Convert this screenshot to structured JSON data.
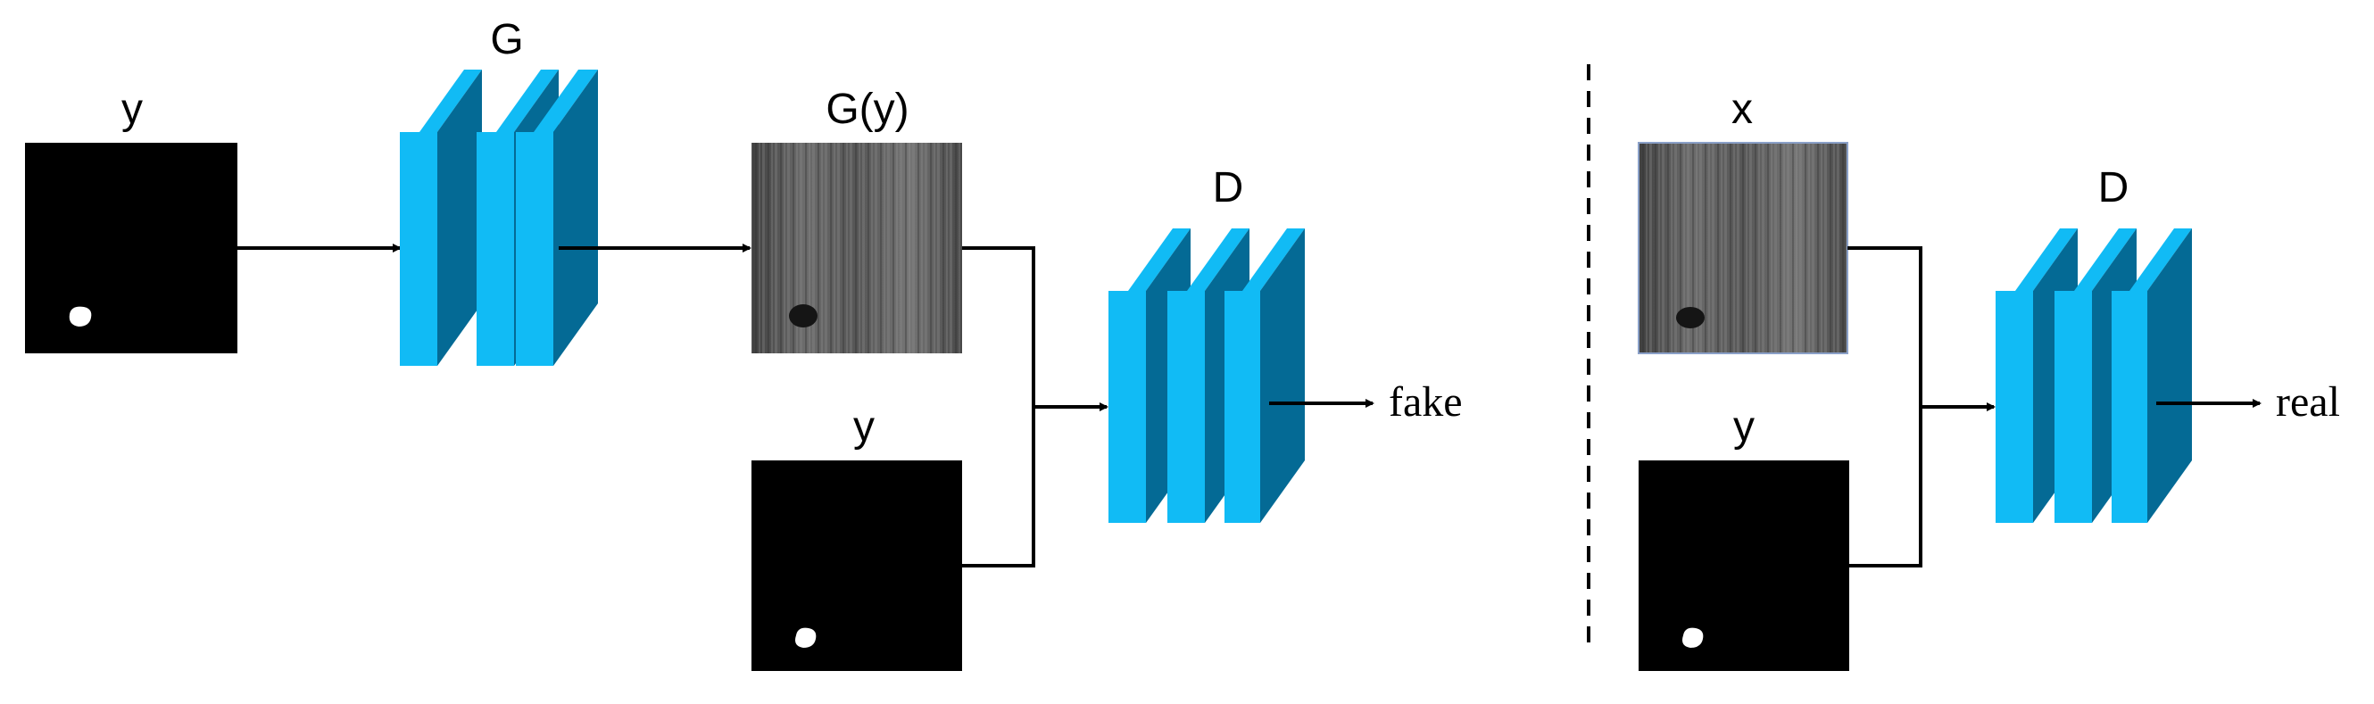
{
  "generator_panel": {
    "input_mask_label": "y",
    "generator_label": "G",
    "output_label": "G(y)",
    "condition_mask_label": "y",
    "discriminator_label": "D",
    "output_text": "fake"
  },
  "real_panel": {
    "real_image_label": "x",
    "condition_mask_label": "y",
    "discriminator_label": "D",
    "output_text": "real"
  },
  "colors": {
    "layer_front": "#11BBF5",
    "layer_side": "#046A95",
    "mask_background": "#000000",
    "mask_blob": "#FFFFFF",
    "texture_dark": "#4A4A4A",
    "texture_light": "#7A7A7A",
    "defect_spot": "#151515"
  }
}
